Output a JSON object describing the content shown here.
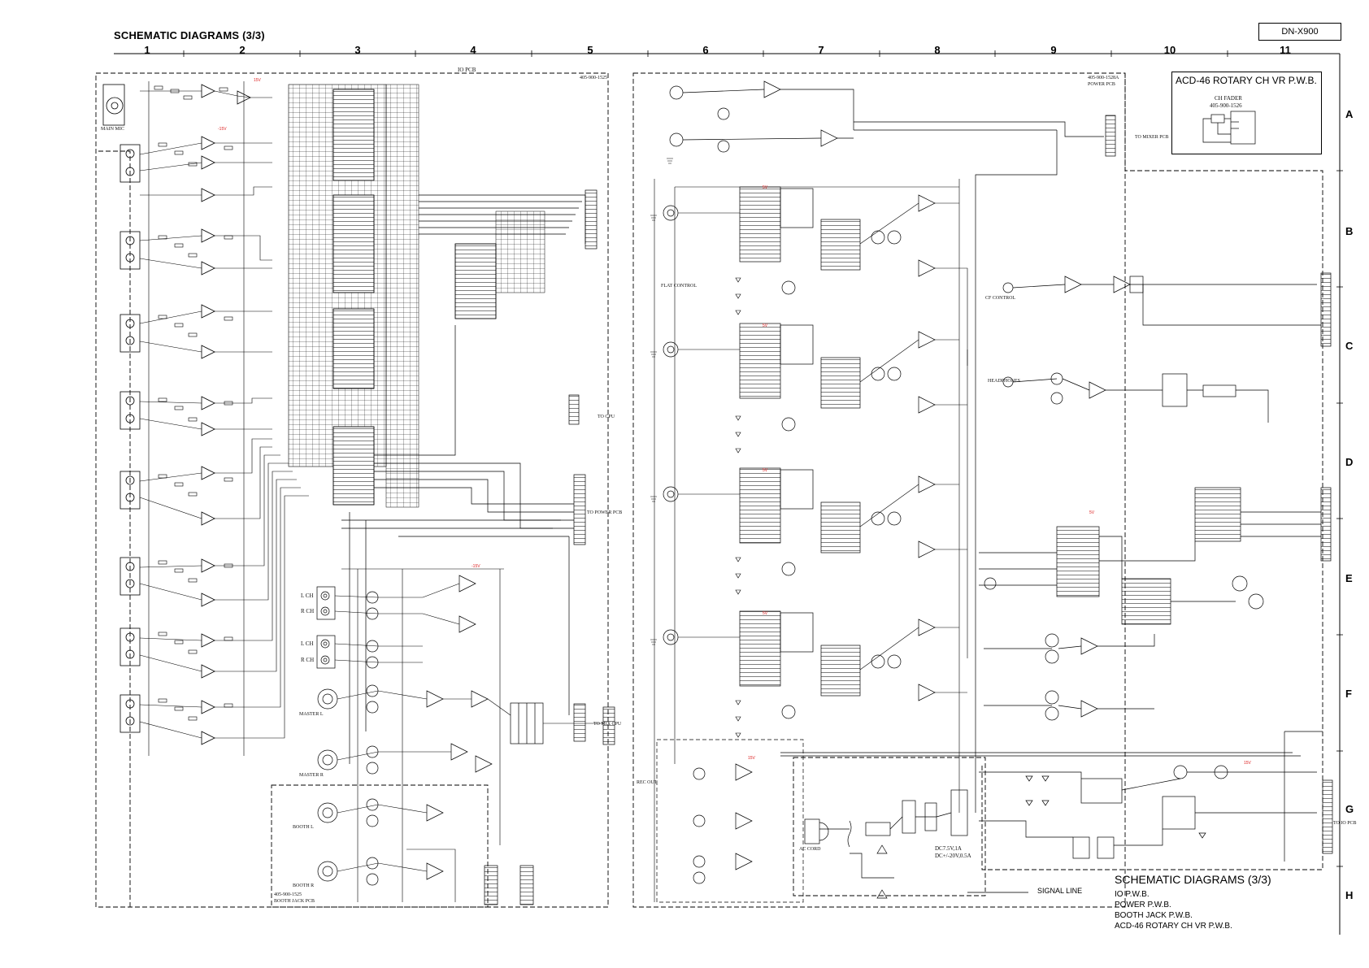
{
  "header": {
    "title": "SCHEMATIC DIAGRAMS (3/3)",
    "model": "DN-X900"
  },
  "grid": {
    "columns": [
      "1",
      "2",
      "3",
      "4",
      "5",
      "6",
      "7",
      "8",
      "9",
      "10",
      "11"
    ],
    "rows": [
      "A",
      "B",
      "C",
      "D",
      "E",
      "F",
      "G",
      "H"
    ]
  },
  "boards": {
    "io_pcb": "IO PCB",
    "io_pcb_num": "405-900-1525",
    "power_pcb": "POWER PCB",
    "power_pcb_num": "405-900-1528A",
    "booth_pcb": "BOOTH JACK PCB",
    "booth_pcb_num": "405-900-1525",
    "acd_title": "ACD-46 ROTARY CH VR P.W.B.",
    "acd_sub1": "CH FADER",
    "acd_sub2": "405-900-1526"
  },
  "connectors": {
    "to_cpu": "TO CPU",
    "to_power": "TO POWER PCB",
    "to_mix": "TO MIX CPU",
    "to_io": "TO IO PCB",
    "to_mixer": "TO MIXER PCB"
  },
  "labels": {
    "lch1": "L CH",
    "rch1": "R CH",
    "lch2": "L CH",
    "rch2": "R CH",
    "master_l": "MASTER L",
    "master_r": "MASTER R",
    "booth_l": "BOOTH L",
    "booth_r": "BOOTH R",
    "rec_out": "REC OUT",
    "power_in": "AC CORD",
    "dc_spec1": "DC7.5V,1A",
    "dc_spec2": "DC+/-20V,0.5A",
    "mic": "MAIN MIC",
    "headphones": "HEADPHONES",
    "cf_control": "CF CONTROL",
    "flat_control": "FLAT CONTROL"
  },
  "legend": {
    "title": "SCHEMATIC DIAGRAMS (3/3)",
    "signal_line": "SIGNAL LINE",
    "items": [
      "IO P.W.B.",
      "POWER P.W.B.",
      "BOOTH JACK P.W.B.",
      "ACD-46  ROTARY CH VR P.W.B."
    ]
  }
}
